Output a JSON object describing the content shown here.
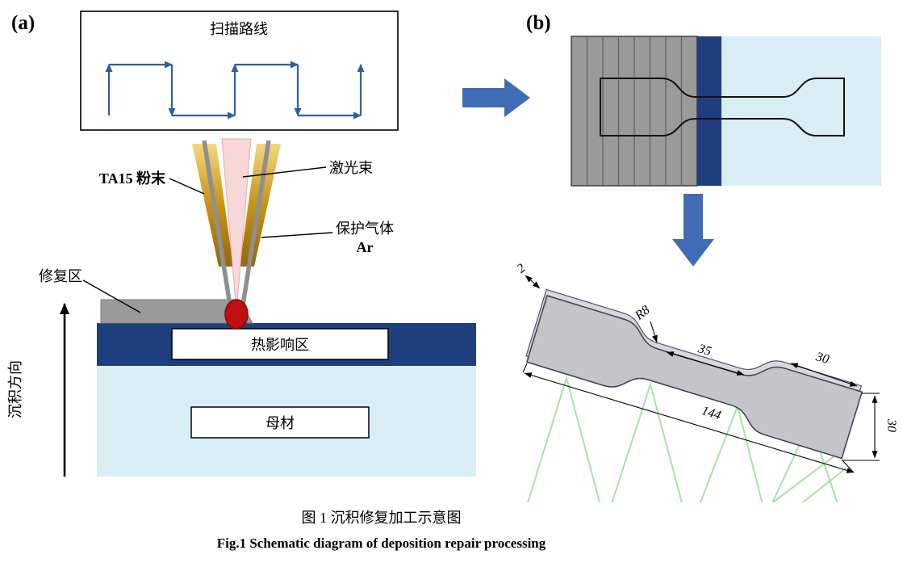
{
  "figure": {
    "panel_a": {
      "label": "(a)",
      "scan_box_title": "扫描路线",
      "powder_label": "TA15 粉末",
      "laser_label": "激光束",
      "gas_label_line1": "保护气体",
      "gas_label_line2": "Ar",
      "repair_zone_label": "修复区",
      "haz_label": "热影响区",
      "base_material_label": "母材",
      "deposition_direction_label": "沉积方向"
    },
    "panel_b": {
      "label": "(b)",
      "dim_thickness": "2",
      "dim_fillet_radius": "R8",
      "dim_gauge_length": "35",
      "dim_grip_width_top": "30",
      "dim_total_length": "144",
      "dim_grip_width_right": "30"
    },
    "caption": {
      "zh": "图 1 沉积修复加工示意图",
      "en": "Fig.1 Schematic diagram of deposition repair processing"
    },
    "colors": {
      "flow_arrow_blue": "#3f6cb5",
      "scan_path_blue": "#2e5da8",
      "haz_dark_blue": "#1e3e7d",
      "base_light_blue": "#d9edf4",
      "repair_gray": "#9a9a9a",
      "powder_gold": "#c69318",
      "laser_pink": "#f7d7d7",
      "melt_pool_red": "#bf0f0f",
      "specimen_gray": "#c4c4c9",
      "watermark_green": "#92dd92"
    }
  }
}
